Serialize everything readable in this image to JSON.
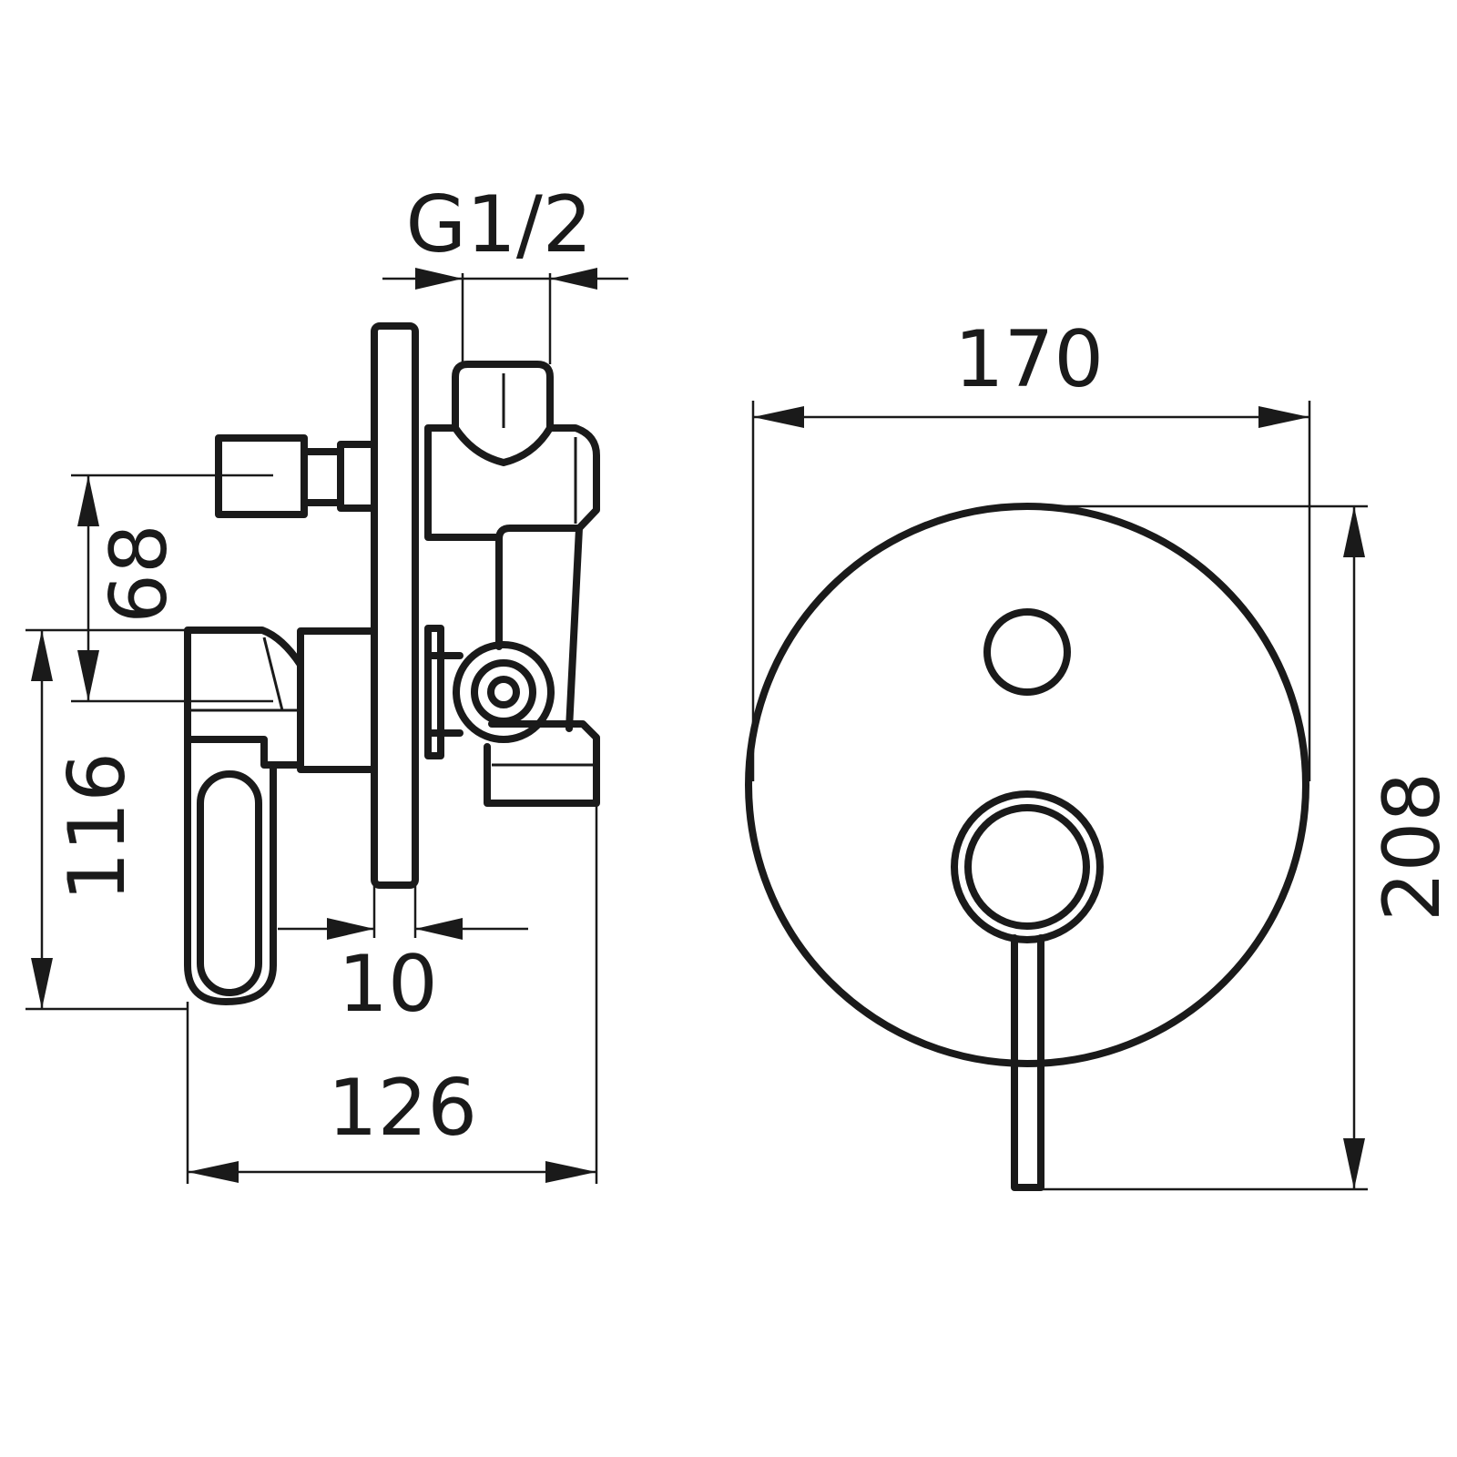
{
  "dimensions": {
    "thread": "G1/2",
    "plate_width": "170",
    "plate_height": "208",
    "spout_offset": "68",
    "handle_height": "116",
    "plate_thickness": "10",
    "total_depth": "126"
  }
}
